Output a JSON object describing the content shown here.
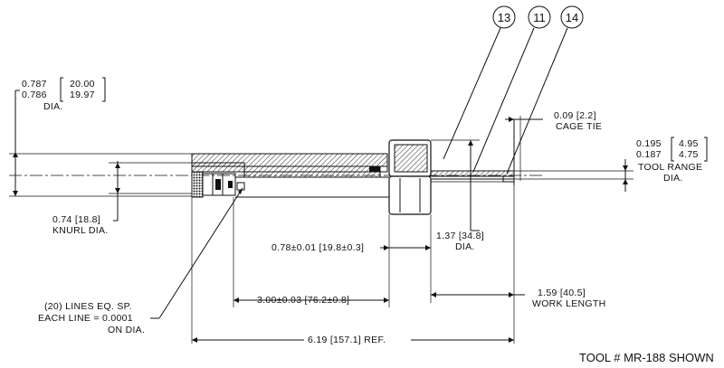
{
  "balloons": [
    "13",
    "11",
    "14"
  ],
  "dimensions": {
    "outer_dia_line1": "0.787",
    "outer_dia_line1_mm": "20.00",
    "outer_dia_line2": "0.786",
    "outer_dia_line2_mm": "19.97",
    "outer_dia_label": "DIA.",
    "knurl_dia": "0.74 [18.8]",
    "knurl_label": "KNURL DIA.",
    "cage_tie": "0.09 [2.2]",
    "cage_tie_label": "CAGE TIE",
    "tool_range_line1": "0.195",
    "tool_range_line1_mm": "4.95",
    "tool_range_line2": "0.187",
    "tool_range_line2_mm": "4.75",
    "tool_range_label1": "TOOL RANGE",
    "tool_range_label2": "DIA.",
    "collar_dia": "1.37 [34.8]",
    "collar_dia_label": "DIA.",
    "offset": "0.78±0.01 [19.8±0.3]",
    "body_length": "3.00±0.03 [76.2±0.8]",
    "work_length": "1.59 [40.5]",
    "work_length_label": "WORK LENGTH",
    "overall_length": "6.19 [157.1] REF.",
    "lines_note1": "(20) LINES EQ. SP.",
    "lines_note2": "EACH LINE = 0.0001",
    "lines_note3": "ON DIA."
  },
  "caption": "TOOL # MR-188 SHOWN"
}
